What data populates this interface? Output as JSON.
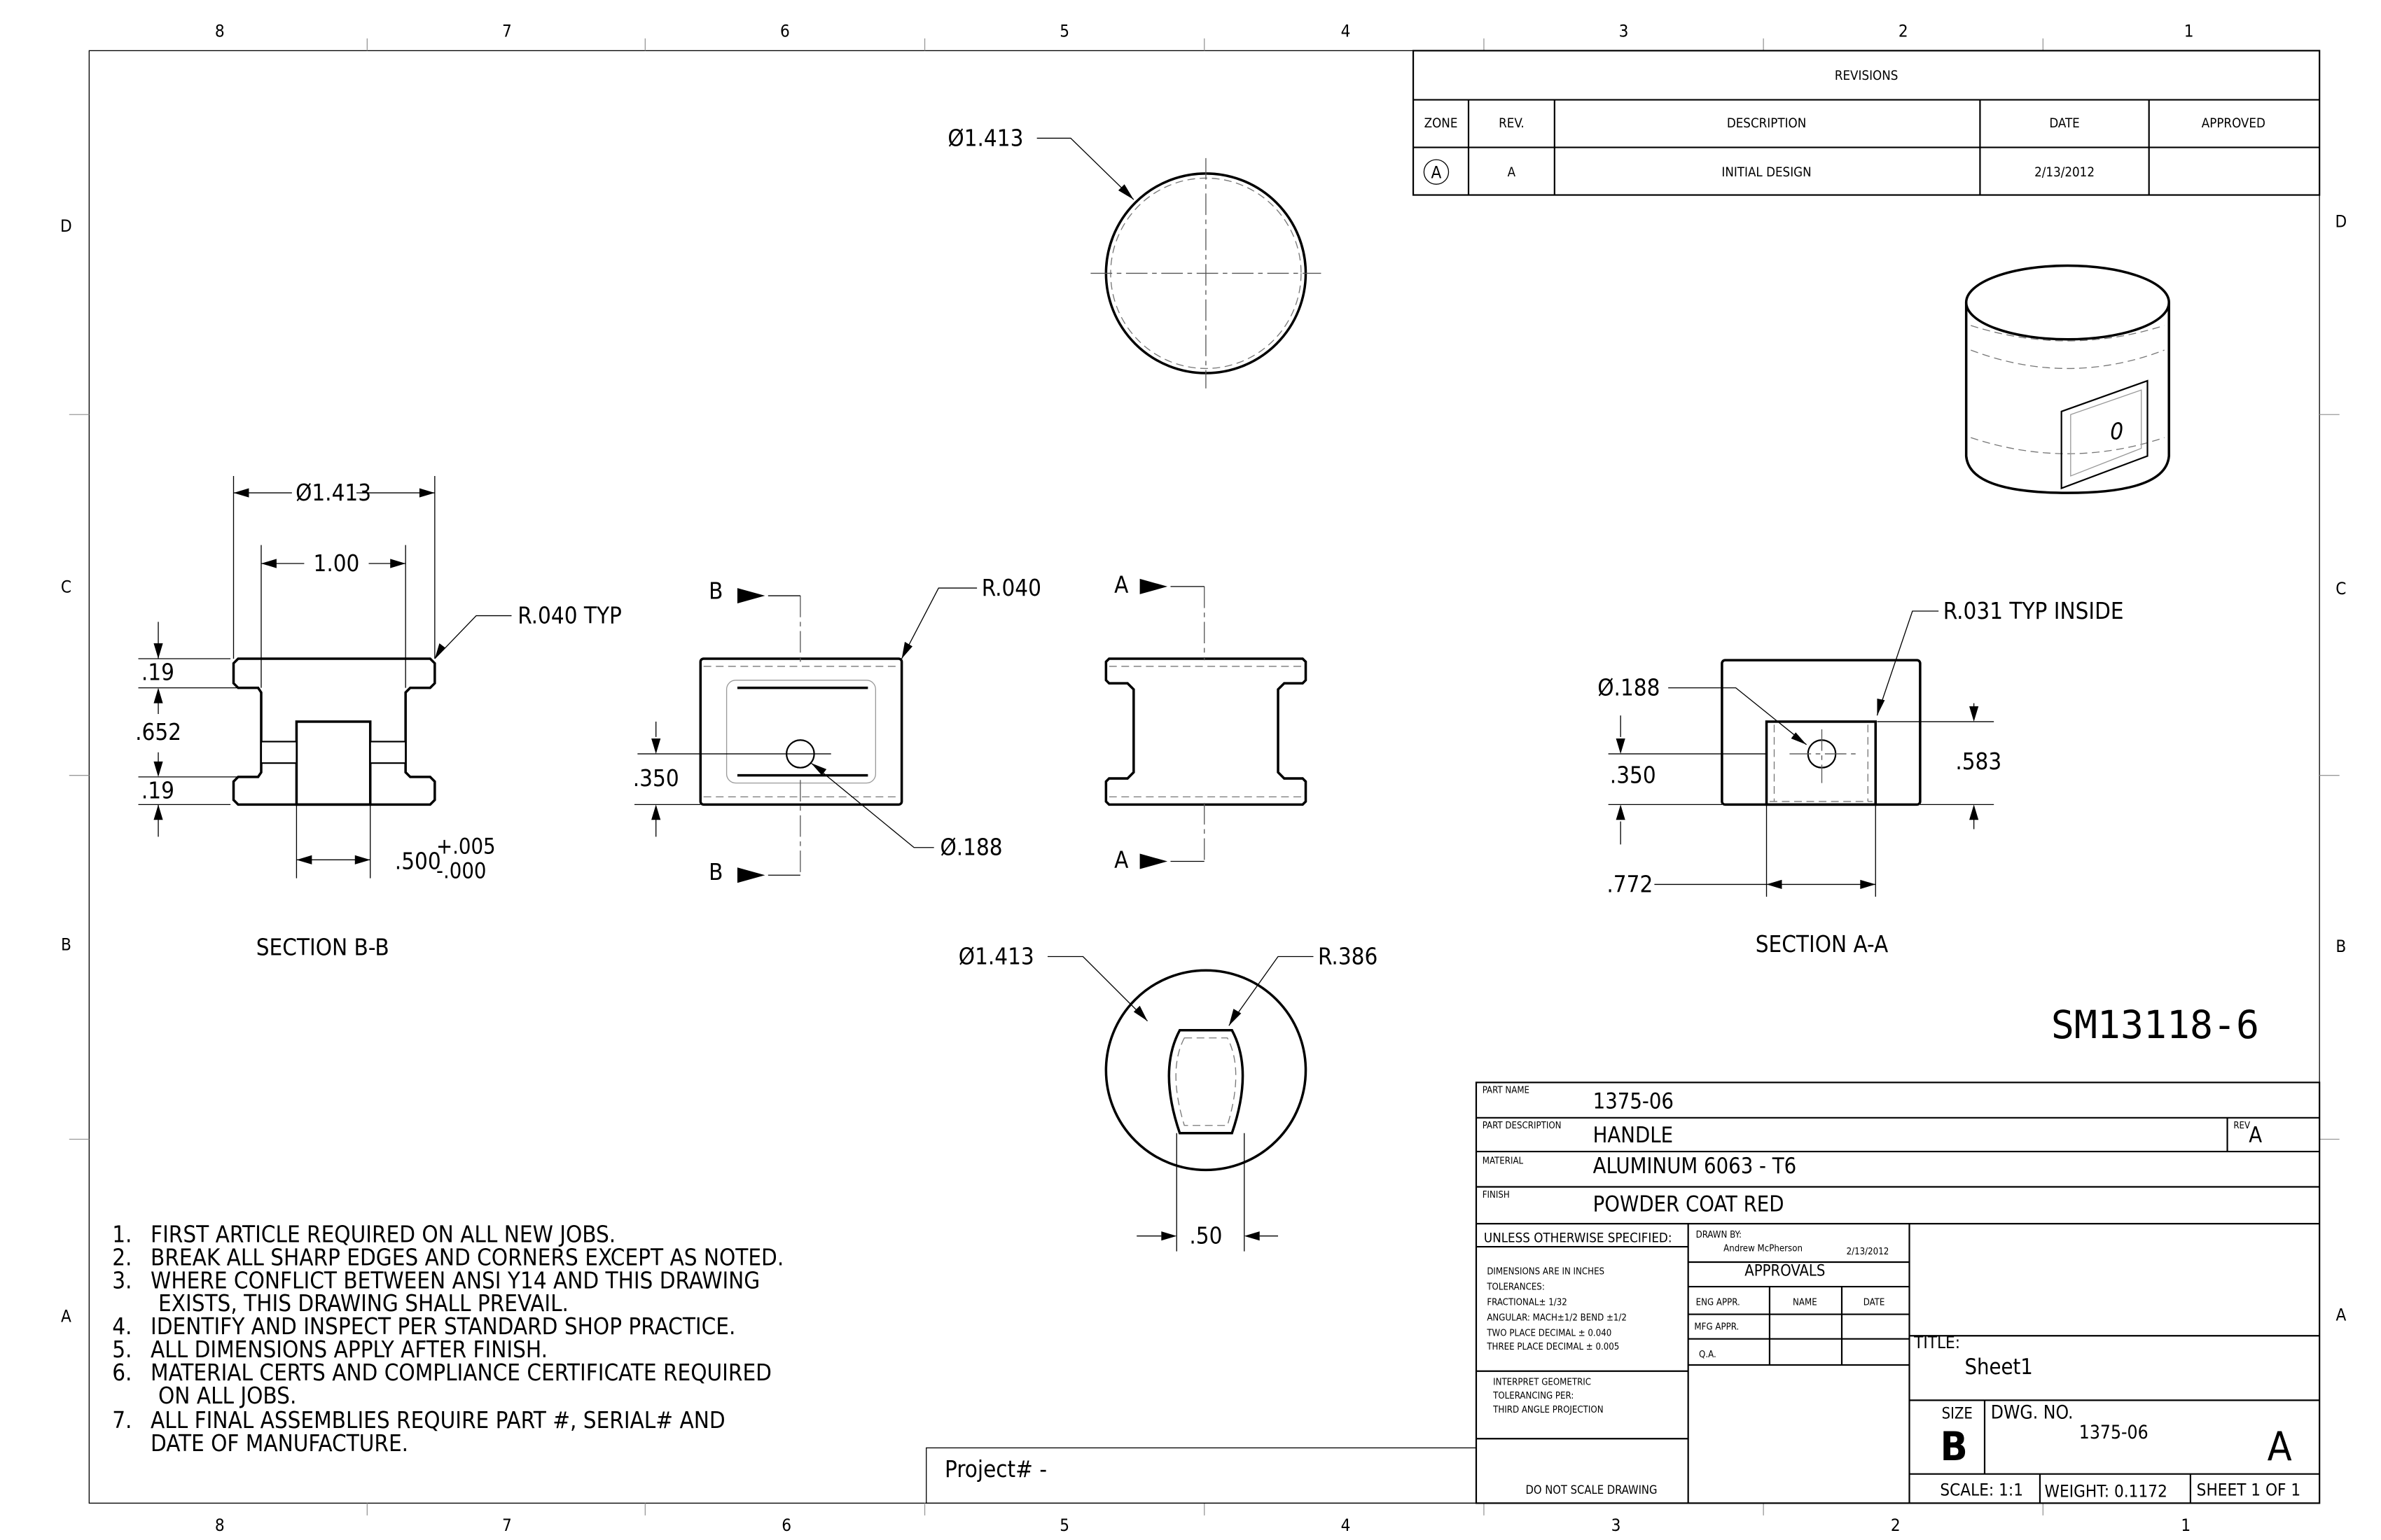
{
  "zones": {
    "columns": [
      "8",
      "7",
      "6",
      "5",
      "4",
      "3",
      "2",
      "1"
    ],
    "rows": [
      "D",
      "C",
      "B",
      "A"
    ]
  },
  "revisions": {
    "title": "REVISIONS",
    "headers": [
      "ZONE",
      "REV.",
      "DESCRIPTION",
      "DATE",
      "APPROVED"
    ],
    "rows": [
      {
        "zone": "A",
        "rev": "A",
        "description": "INITIAL DESIGN",
        "date": "2/13/2012",
        "approved": ""
      }
    ]
  },
  "views": {
    "top": {
      "diameter": "Ø1.413"
    },
    "section_bb": {
      "label": "SECTION B-B",
      "dia": "Ø1.413",
      "width": "1.00",
      "radius": "R.040 TYP",
      "flange_top": ".19",
      "web": ".652",
      "flange_bottom": ".19",
      "bore": ".500",
      "tol_plus": "+.005",
      "tol_minus": "-.000"
    },
    "front": {
      "cut_label": "B",
      "radius": "R.040",
      "hole_height": ".350",
      "hole_dia": "Ø.188"
    },
    "side": {
      "cut_label": "A"
    },
    "bottom": {
      "diameter": "Ø1.413",
      "radius": "R.386",
      "slot_width": ".50"
    },
    "section_aa": {
      "label": "SECTION A-A",
      "hole_dia": "Ø.188",
      "hole_height": ".350",
      "cavity_height": ".583",
      "cavity_width": ".772",
      "radius": "R.031 TYP INSIDE"
    },
    "iso": {
      "hole_mark": "0"
    }
  },
  "part_number_large": "SM13118-6",
  "notes": [
    {
      "n": "1.",
      "text": "FIRST ARTICLE REQUIRED ON ALL NEW JOBS."
    },
    {
      "n": "2.",
      "text": "BREAK ALL SHARP EDGES AND CORNERS EXCEPT AS NOTED."
    },
    {
      "n": "3.",
      "text": "WHERE CONFLICT BETWEEN ANSI Y14 AND THIS DRAWING",
      "cont": "EXISTS, THIS DRAWING SHALL PREVAIL."
    },
    {
      "n": "4.",
      "text": "IDENTIFY AND INSPECT PER STANDARD SHOP PRACTICE."
    },
    {
      "n": "5.",
      "text": "ALL DIMENSIONS APPLY AFTER FINISH."
    },
    {
      "n": "6.",
      "text": "MATERIAL CERTS AND COMPLIANCE CERTIFICATE REQUIRED",
      "cont": "ON ALL JOBS."
    },
    {
      "n": "7.",
      "text": "ALL FINAL ASSEMBLIES REQUIRE PART #, SERIAL# AND",
      "cont": "DATE OF MANUFACTURE."
    }
  ],
  "project": "Project# -",
  "title_block": {
    "part_name_label": "PART NAME",
    "part_name": "1375-06",
    "part_desc_label": "PART DESCRIPTION",
    "part_desc": "HANDLE",
    "rev_label": "REV",
    "rev": "A",
    "material_label": "MATERIAL",
    "material": "ALUMINUM 6063 -  T6",
    "finish_label": "FINISH",
    "finish": "POWDER COAT RED",
    "unless": "UNLESS OTHERWISE SPECIFIED:",
    "tolerances": [
      "DIMENSIONS ARE IN INCHES",
      "TOLERANCES:",
      "FRACTIONAL± 1/32",
      "ANGULAR: MACH±1/2   BEND ±1/2",
      "TWO PLACE DECIMAL    ± 0.040",
      "THREE PLACE DECIMAL  ± 0.005"
    ],
    "interpret": [
      "INTERPRET GEOMETRIC",
      "TOLERANCING PER:",
      "THIRD ANGLE PROJECTION"
    ],
    "do_not_scale": "DO NOT SCALE DRAWING",
    "drawn_by_label": "DRAWN BY:",
    "drawn_by": "Andrew McPherson",
    "drawn_date": "2/13/2012",
    "approvals": "APPROVALS",
    "approval_headers": [
      "ENG APPR.",
      "NAME",
      "DATE"
    ],
    "approval_rows": [
      "MFG APPR.",
      "Q.A."
    ],
    "title_label": "TITLE:",
    "title": "Sheet1",
    "size_label": "SIZE",
    "size": "B",
    "dwg_no_label": "DWG.  NO.",
    "dwg_no": "1375-06",
    "dwg_rev": "A",
    "scale": "SCALE: 1:1",
    "weight": "WEIGHT: 0.1172",
    "sheet": "SHEET 1 OF 1"
  }
}
